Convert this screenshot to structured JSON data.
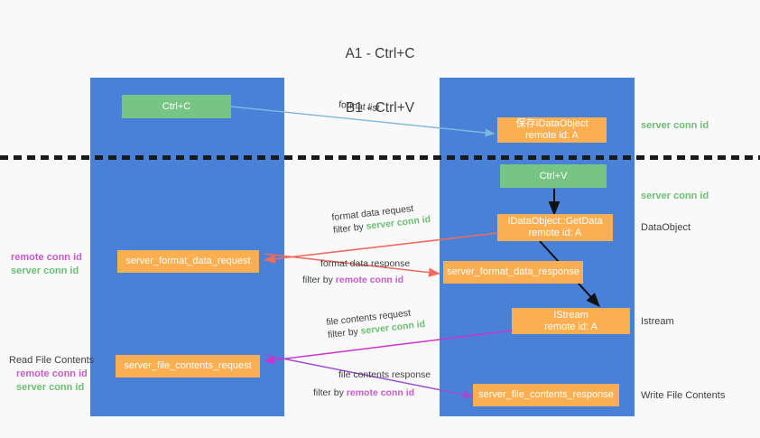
{
  "diagram": {
    "title_line1": "A1 - Ctrl+C",
    "title_line2": "B1 - Ctrl+V",
    "columns": [
      {
        "id": "a1",
        "name": "A1",
        "role": "remote"
      },
      {
        "id": "b1",
        "name": "B1",
        "role": "connection"
      }
    ],
    "colors": {
      "lane": "#4a81d8",
      "green_box": "#76c584",
      "orange_box": "#fbaf50",
      "server_conn_id": "#6cbf73",
      "remote_conn_id": "#c65cc6",
      "arrow_blue": "#7eb6e0",
      "arrow_red": "#ef6b5e",
      "arrow_magenta": "#cc33cc",
      "arrow_purple": "#9c4fd0",
      "arrow_black": "#111111",
      "divider": "#1a1a1a",
      "background": "#f9f9f9"
    },
    "nodes": [
      {
        "id": "ctrl-c",
        "lane": "a1",
        "kind": "green",
        "line1": "Ctrl+C",
        "line2": ""
      },
      {
        "id": "save-idataobject",
        "lane": "b1",
        "kind": "orange",
        "line1": "保存IDataObject",
        "line2": "remote id: A"
      },
      {
        "id": "ctrl-v",
        "lane": "b1",
        "kind": "green",
        "line1": "Ctrl+V",
        "line2": ""
      },
      {
        "id": "getdata",
        "lane": "b1",
        "kind": "orange",
        "line1": "IDataObject::GetData",
        "line2": "remote id: A"
      },
      {
        "id": "format-data-request",
        "lane": "a1",
        "kind": "orange",
        "line1": "server_format_data_request",
        "line2": ""
      },
      {
        "id": "format-data-response",
        "lane": "b1",
        "kind": "orange",
        "line1": "server_format_data_response",
        "line2": ""
      },
      {
        "id": "istream",
        "lane": "b1",
        "kind": "orange",
        "line1": "IStream",
        "line2": "remote id: A"
      },
      {
        "id": "file-contents-request",
        "lane": "a1",
        "kind": "orange",
        "line1": "server_file_contents_request",
        "line2": ""
      },
      {
        "id": "file-contents-response",
        "lane": "b1",
        "kind": "orange",
        "line1": "server_file_contents_response",
        "line2": ""
      }
    ],
    "edge_labels": [
      {
        "id": "format-list",
        "line1": "format list",
        "filter_prefix": "",
        "filter_target": "",
        "filter_kind": ""
      },
      {
        "id": "format-data-request",
        "line1": "format data request",
        "filter_prefix": "filter by ",
        "filter_target": "server conn id",
        "filter_kind": "server"
      },
      {
        "id": "format-data-response",
        "line1": "format data response",
        "filter_prefix": "filter by ",
        "filter_target": "remote conn id",
        "filter_kind": "remote"
      },
      {
        "id": "file-contents-request",
        "line1": "file contents request",
        "filter_prefix": "filter by ",
        "filter_target": "server conn id",
        "filter_kind": "server"
      },
      {
        "id": "file-contents-response",
        "line1": "file contents response",
        "filter_prefix": "filter by ",
        "filter_target": "remote conn id",
        "filter_kind": "remote"
      }
    ],
    "right_labels": [
      {
        "id": "r-server-conn-id-1",
        "text": "server conn id",
        "style": "green"
      },
      {
        "id": "r-server-conn-id-2",
        "text": "server conn id",
        "style": "green"
      },
      {
        "id": "r-dataobject",
        "text": "DataObject",
        "style": "plain"
      },
      {
        "id": "r-istream",
        "text": "Istream",
        "style": "plain"
      },
      {
        "id": "r-write-file",
        "text": "Write File Contents",
        "style": "plain"
      }
    ],
    "left_labels": [
      {
        "id": "l-format-data",
        "heading": "",
        "line_remote": "remote conn id",
        "line_server": "server conn id"
      },
      {
        "id": "l-file-contents",
        "heading": "Read File Contents",
        "line_remote": "remote conn id",
        "line_server": "server conn id"
      }
    ]
  }
}
